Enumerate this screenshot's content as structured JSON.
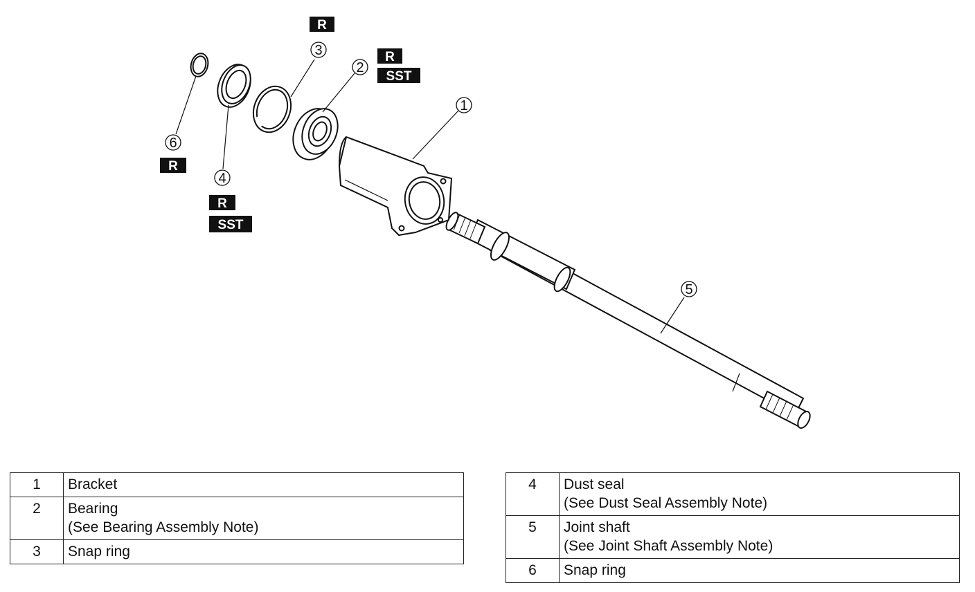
{
  "callouts": {
    "c1": "1",
    "c2": "2",
    "c3": "3",
    "c4": "4",
    "c5": "5",
    "c6": "6"
  },
  "tags": {
    "r": "R",
    "sst": "SST"
  },
  "parts_left": [
    {
      "num": "1",
      "name": "Bracket",
      "note": ""
    },
    {
      "num": "2",
      "name": "Bearing",
      "note": "(See Bearing Assembly Note)"
    },
    {
      "num": "3",
      "name": "Snap ring",
      "note": ""
    }
  ],
  "parts_right": [
    {
      "num": "4",
      "name": "Dust seal",
      "note": "(See Dust Seal Assembly Note)"
    },
    {
      "num": "5",
      "name": "Joint shaft",
      "note": "(See Joint Shaft Assembly Note)"
    },
    {
      "num": "6",
      "name": "Snap ring",
      "note": ""
    }
  ]
}
